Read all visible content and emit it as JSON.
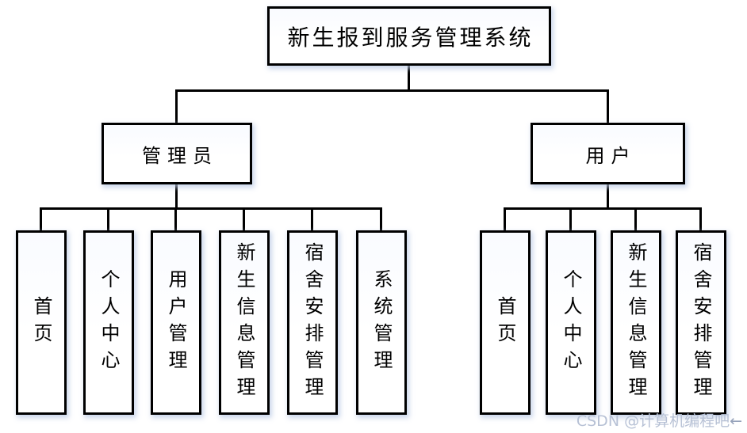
{
  "diagram": {
    "type": "org-tree",
    "root": {
      "label": "新生报到服务管理系统"
    },
    "branches": [
      {
        "label": "管理员",
        "children": [
          "首页",
          "个人中心",
          "用户管理",
          "新生信息管理",
          "宿舍安排管理",
          "系统管理"
        ]
      },
      {
        "label": "用户",
        "children": [
          "首页",
          "个人中心",
          "新生信息管理",
          "宿舍安排管理"
        ]
      }
    ]
  },
  "watermark": {
    "text": "CSDN @计算机编程吧",
    "arrow": "←"
  },
  "colors": {
    "background": "#ffffff",
    "line": "#000000",
    "node_border": "#000000",
    "node_fill": "#ffffff",
    "node_shadow": "#bacae6",
    "watermark_text": "#b7c1d5"
  }
}
